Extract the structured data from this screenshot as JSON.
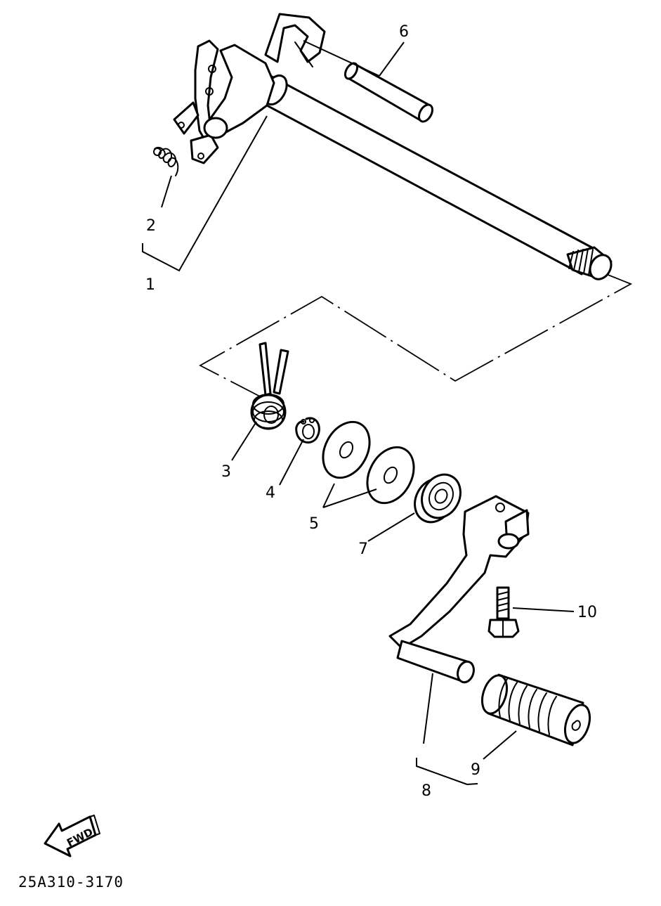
{
  "diagram": {
    "drawing_code": "25A310-3170",
    "direction_marker": "FWD",
    "callouts": [
      {
        "id": "1",
        "label": "1"
      },
      {
        "id": "2",
        "label": "2"
      },
      {
        "id": "3",
        "label": "3"
      },
      {
        "id": "4",
        "label": "4"
      },
      {
        "id": "5",
        "label": "5"
      },
      {
        "id": "6",
        "label": "6"
      },
      {
        "id": "7",
        "label": "7"
      },
      {
        "id": "8",
        "label": "8"
      },
      {
        "id": "9",
        "label": "9"
      },
      {
        "id": "10",
        "label": "10"
      }
    ]
  }
}
